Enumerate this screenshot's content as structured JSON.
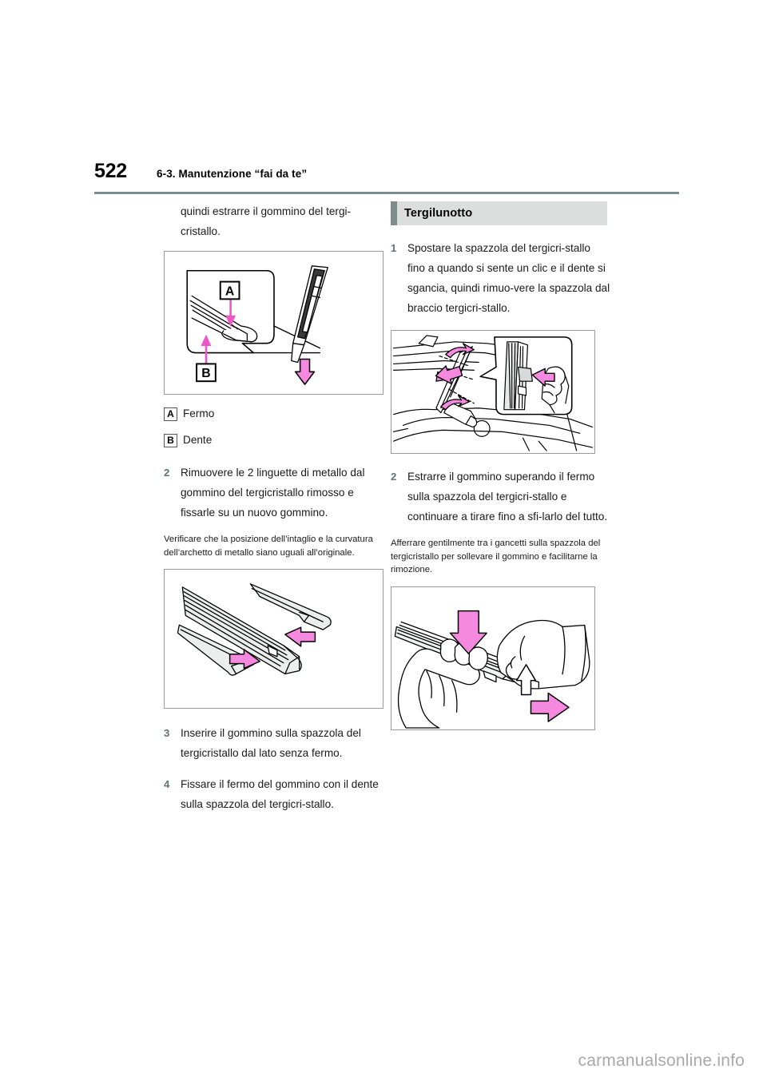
{
  "header": {
    "page_number": "522",
    "section_title": "6-3. Manutenzione “fai da te”"
  },
  "left_column": {
    "intro_paragraph": "quindi estrarre il gommino del tergi-cristallo.",
    "figure1_caption": "wiper-blade-stopper-tooth-detail",
    "legend": [
      {
        "marker": "A",
        "label": "Fermo"
      },
      {
        "marker": "B",
        "label": "Dente"
      }
    ],
    "step2": {
      "number": "2",
      "text": "Rimuovere le 2 linguette di metallo dal gommino del tergicristallo rimosso e fissarle su un nuovo gommino."
    },
    "note1": "Verificare che la posizione dell’intaglio e la curvatura dell’archetto di metallo siano uguali all’originale.",
    "figure2_caption": "metal-strips-insertion-detail",
    "step3": {
      "number": "3",
      "text": "Inserire il gommino sulla spazzola del tergicristallo dal lato senza fermo."
    },
    "step4": {
      "number": "4",
      "text": "Fissare il fermo del gommino con il dente sulla spazzola del tergicri-stallo."
    }
  },
  "right_column": {
    "section_heading": "Tergilunotto",
    "step1": {
      "number": "1",
      "text": "Spostare la spazzola del tergicri-stallo fino a quando si sente un clic e il dente si sgancia, quindi rimuo-vere la spazzola dal braccio tergicri-stallo."
    },
    "figure3_caption": "rear-wiper-arm-removal-detail",
    "step2": {
      "number": "2",
      "text": "Estrarre il gommino superando il fermo sulla spazzola del tergicri-stallo e continuare a tirare fino a sfi-larlo del tutto."
    },
    "note1": "Afferrare gentilmente tra i gancetti sulla spazzola del tergicristallo per sollevare il gommino e facilitarne la rimozione.",
    "figure4_caption": "hands-pulling-rubber-insert"
  },
  "footer": {
    "watermark": "carmanualsonline.info"
  },
  "colors": {
    "rule": "#7b8d90",
    "step_number": "#5f7378",
    "section_head_bg": "#dcdedd",
    "section_head_bar": "#7d8d8b",
    "arrow_magenta": "#f07de0",
    "figure_border": "#9a9a9a",
    "watermark": "#a9a9a9"
  }
}
